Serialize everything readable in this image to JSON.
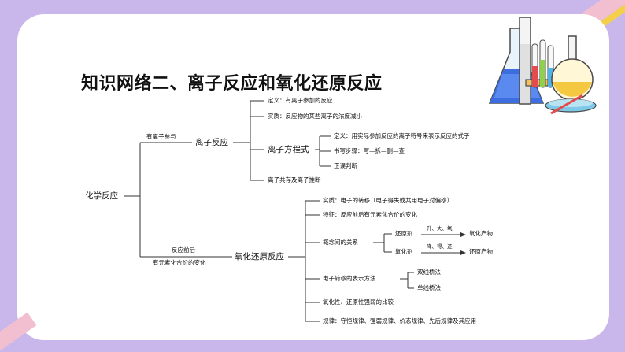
{
  "title": "知识网络二、离子反应和氧化还原反应",
  "root": "化学反应",
  "branch1": {
    "edge_label": "有离子参与",
    "node": "离子反应",
    "items": [
      "定义：有离子参加的反应",
      "实质：反应物的某些离子的浓度减小",
      "离子方程式",
      "离子共存及离子推断"
    ],
    "equation_items": [
      "定义：用实际参加反应的离子符号来表示反应的式子",
      "书写步骤：写—拆—删—查",
      "正误判断"
    ]
  },
  "branch2": {
    "edge_label_top": "反应前后",
    "edge_label_bottom": "有元素化合价的变化",
    "node": "氧化还原反应",
    "items": [
      "实质：电子的转移（电子得失或共用电子对偏移）",
      "特征：反应前后有元素化合价的变化",
      "概念间的关系",
      "电子转移的表示方法",
      "氧化性、还原性强弱的比较",
      "规律：守恒规律、强弱规律、价态规律、先后规律及其应用"
    ],
    "concepts": {
      "reductant": "还原剂",
      "reductant_arrow": "升、失、氧",
      "reductant_product": "氧化产物",
      "oxidant": "氧化剂",
      "oxidant_arrow": "降、得、还",
      "oxidant_product": "还原产物"
    },
    "methods": [
      "双线桥法",
      "单线桥法"
    ]
  }
}
